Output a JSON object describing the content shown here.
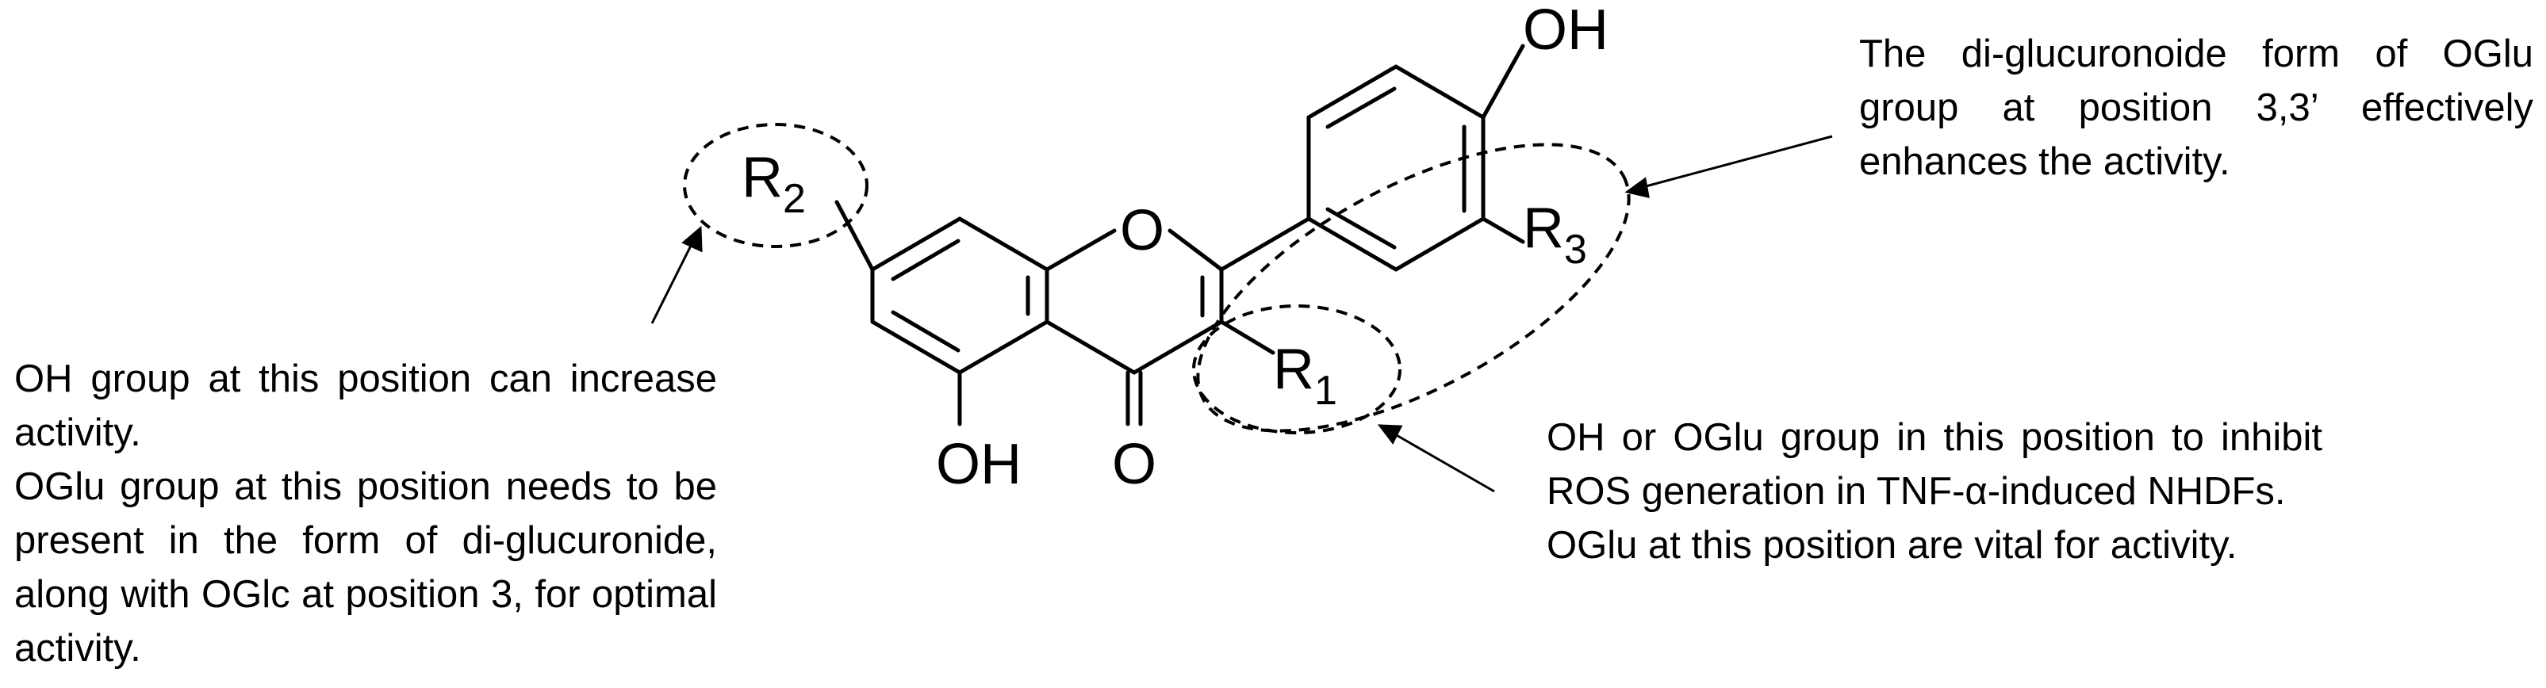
{
  "atoms": {
    "oh_top": "OH",
    "o_ring": "O",
    "oh_bottom": "OH",
    "o_carbonyl": "O",
    "r1_main": "R",
    "r1_sub": "1",
    "r2_main": "R",
    "r2_sub": "2",
    "r3_main": "R",
    "r3_sub": "3"
  },
  "annotations": {
    "left": [
      "OH group at this position can increase activity.",
      "OGlu group at this position needs to be present in the form of di-glucuronide, along with OGlc at position 3, for optimal activity."
    ],
    "top_right": [
      "The di-glucuronoide form of OGlu group at position 3,3’ effectively enhances the activity."
    ],
    "bottom_right": [
      "OH or OGlu group in this position to inhibit ROS generation in TNF-α-induced NHDFs.",
      "OGlu at this position are vital for activity."
    ]
  }
}
